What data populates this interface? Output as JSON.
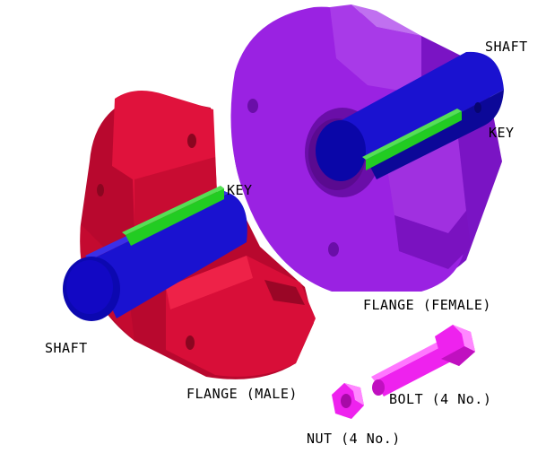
{
  "labels": {
    "shaft_top": "SHAFT",
    "key_right": "KEY",
    "key_left": "KEY",
    "flange_female": "FLANGE (FEMALE)",
    "shaft_bottom": "SHAFT",
    "flange_male": "FLANGE (MALE)",
    "bolt": "BOLT (4 No.)",
    "nut": "NUT (4 No.)"
  },
  "colors": {
    "flange_male": "#e0103a",
    "flange_male_dark": "#b00828",
    "flange_female": "#9a1ee0",
    "flange_female_dark": "#6c0eb0",
    "shaft": "#1a10d0",
    "shaft_dark": "#0a0690",
    "key": "#22cc22",
    "bolt_nut": "#ee22ee",
    "background": "#ffffff"
  }
}
